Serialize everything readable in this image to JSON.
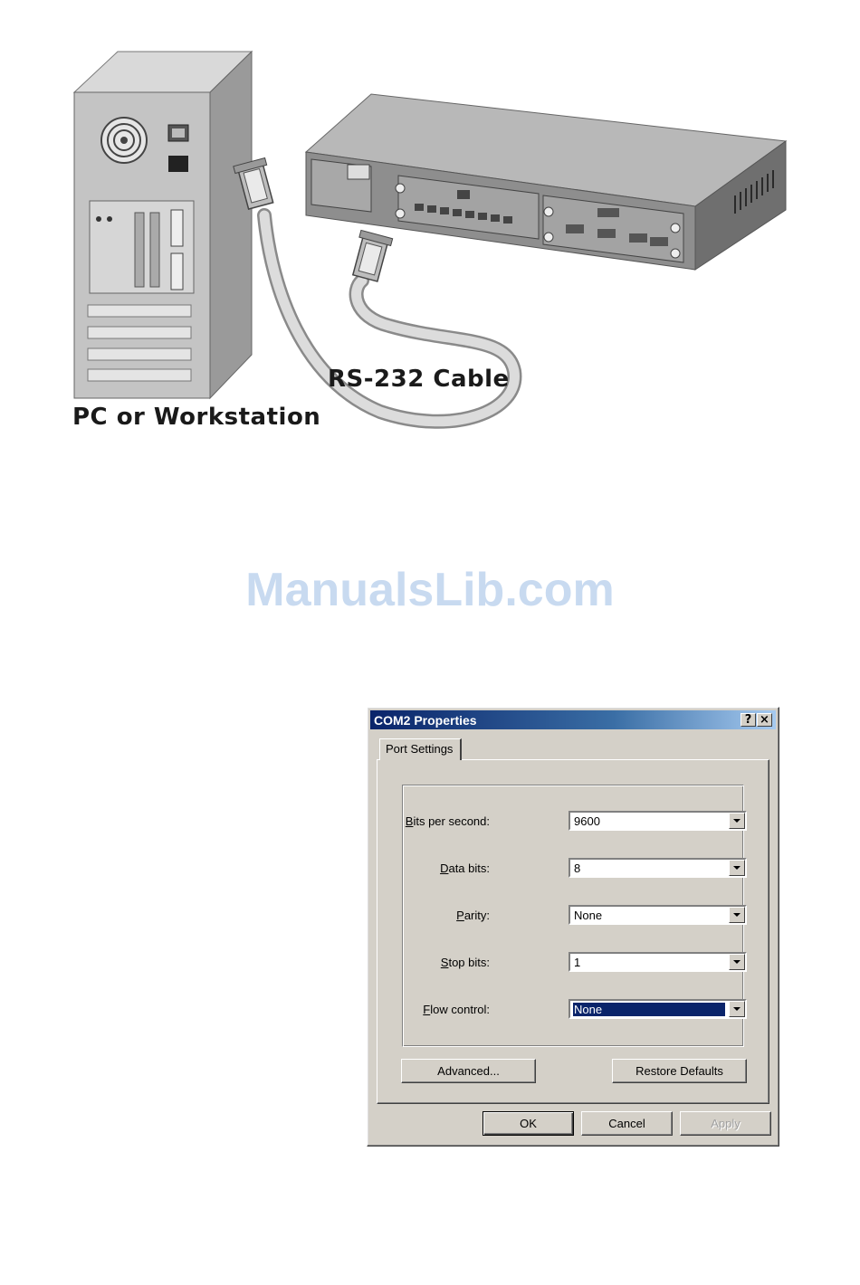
{
  "illustration": {
    "pc_caption": "PC or Workstation",
    "cable_caption": "RS-232 Cable"
  },
  "watermark": "ManualsLib.com",
  "dialog": {
    "title": "COM2 Properties",
    "help_button": "?",
    "close_button": "×",
    "tab": "Port Settings",
    "fields": [
      {
        "label_accel": "B",
        "label_rest": "its per second:",
        "value": "9600",
        "selected": false
      },
      {
        "label_accel": "D",
        "label_rest": "ata bits:",
        "value": "8",
        "selected": false
      },
      {
        "label_accel": "P",
        "label_rest": "arity:",
        "value": "None",
        "selected": false
      },
      {
        "label_accel": "S",
        "label_rest": "top bits:",
        "value": "1",
        "selected": false
      },
      {
        "label_accel": "F",
        "label_rest": "low control:",
        "value": "None",
        "selected": true
      }
    ],
    "advanced_button": "Advanced...",
    "restore_button": "Restore Defaults",
    "ok_button": "OK",
    "cancel_button": "Cancel",
    "apply_button": "Apply"
  }
}
